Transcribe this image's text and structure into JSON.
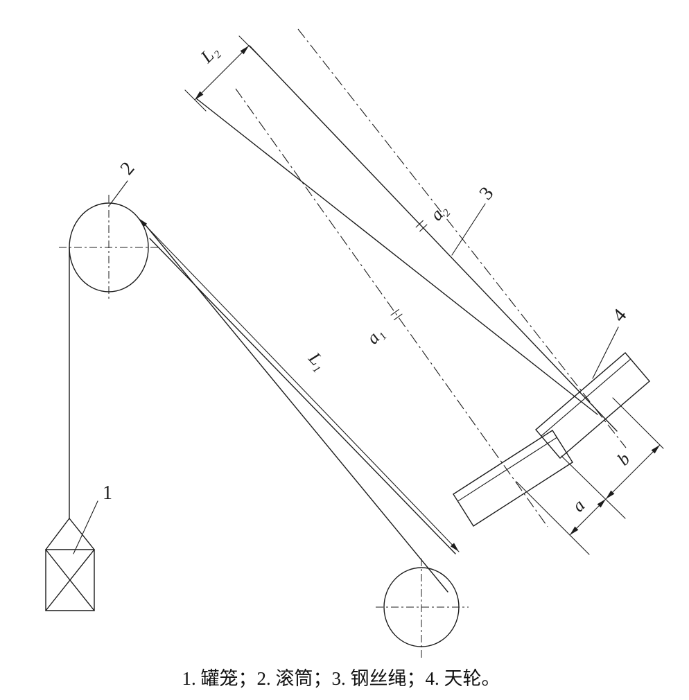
{
  "colors": {
    "ink": "#1c1c1c",
    "background": "#ffffff"
  },
  "callouts": {
    "cage": "1",
    "drum": "2",
    "rope": "3",
    "sheave": "4"
  },
  "dimensions": {
    "l1": "L₁",
    "l2": "L₂",
    "a1": "a₁",
    "a2": "a₂",
    "a": "a",
    "b": "b"
  },
  "caption": "1. 罐笼；2. 滚筒；3. 钢丝绳；4. 天轮。"
}
